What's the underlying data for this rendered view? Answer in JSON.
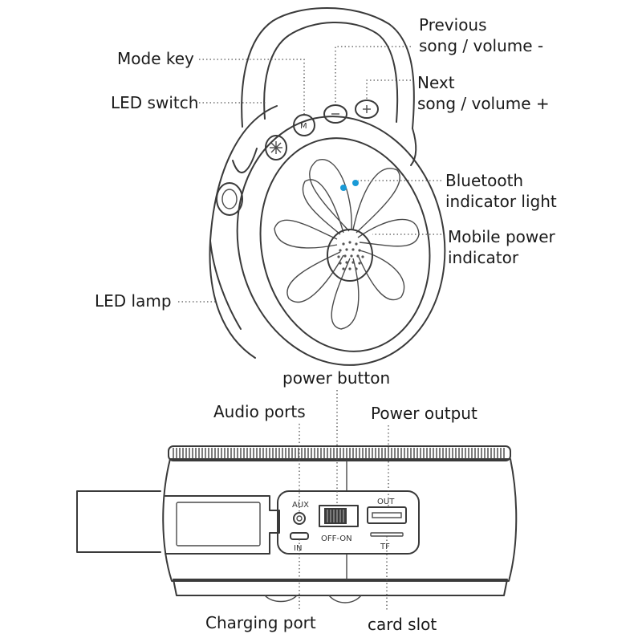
{
  "callouts": {
    "mode_key": "Mode key",
    "led_switch": "LED switch",
    "previous_line1": "Previous",
    "previous_line2": "song / volume -",
    "next_line1": "Next",
    "next_line2": "song / volume +",
    "bluetooth_line1": "Bluetooth",
    "bluetooth_line2": "indicator light",
    "mobile_line1": "Mobile power",
    "mobile_line2": "indicator",
    "led_lamp": "LED lamp",
    "power_button": "power button",
    "audio_ports": "Audio ports",
    "power_output": "Power output",
    "charging_port": "Charging port",
    "card_slot": "card slot"
  },
  "panel_markings": {
    "aux": "AUX",
    "in": "IN",
    "off_on": "OFF-ON",
    "out": "OUT",
    "tf": "TF",
    "mode_button_letter": "M"
  },
  "colors": {
    "indicator_led": "#1a9ad6",
    "line": "#3a3a3a",
    "text": "#1a1a1a"
  }
}
